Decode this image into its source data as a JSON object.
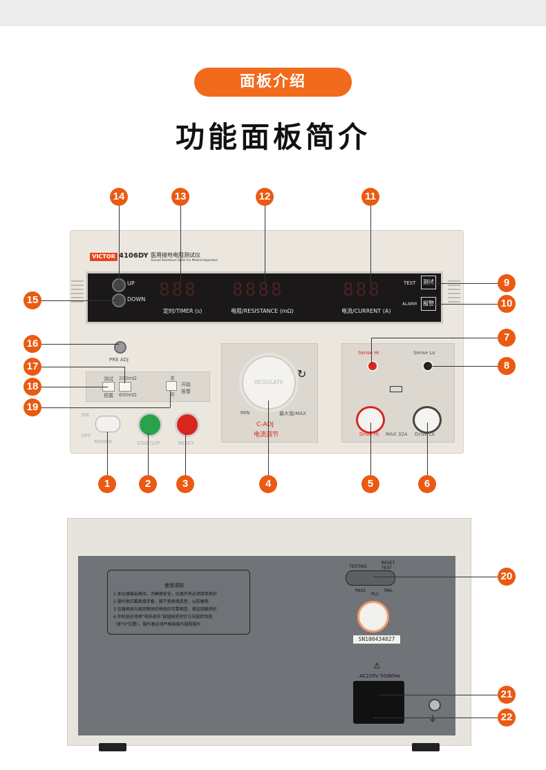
{
  "header": {
    "pill_label": "面板介绍",
    "title": "功能面板简介"
  },
  "device_front": {
    "brand": "VICTOR",
    "model": "4106DY",
    "name_cn": "医用接地电阻测试仪",
    "name_en": "Ground Resistance Tester For Medical Apparatus",
    "up_label": "UP",
    "down_label": "DOWN",
    "timer_digits": "888",
    "timer_label": "定时/TIMER (s)",
    "resistance_digits": "8888",
    "resistance_label": "电阻/RESISTANCE (mΩ)",
    "current_digits": "888",
    "current_label": "电流/CURRENT (A)",
    "test_label": "TEST",
    "test_btn": "测试",
    "alarm_label": "ALARM",
    "alarm_btn": "报警",
    "pre_adj": "PRE ADJ",
    "mode_test": "测试",
    "mode_range1": "200mΩ",
    "mode_preset": "预置",
    "mode_range2": "600mΩ",
    "off_label": "关",
    "alarm_switch_label": "开",
    "alarm_switch_text": "开路\n报警",
    "on_label": "ON",
    "off_power": "OFF",
    "power_label": "POWER",
    "start_label": "START/UP",
    "reset_label": "RESET",
    "knob_label": "REGULATE",
    "min_label": "MIN",
    "max_label": "最大值/MAX",
    "cadj_label": "C-ADJ",
    "cadj_cn": "电流调节",
    "sense_hi": "Sense Hi",
    "sense_lo": "Sense Lo",
    "drive_hi": "Drive Hi",
    "max_current": "MAX 32A",
    "drive_lo": "Drive Lo"
  },
  "callouts": [
    "1",
    "2",
    "3",
    "4",
    "5",
    "6",
    "7",
    "8",
    "9",
    "10",
    "11",
    "12",
    "13",
    "14",
    "15",
    "16",
    "17",
    "18",
    "19",
    "20",
    "21",
    "22"
  ],
  "device_rear": {
    "notice_title": "使用须知",
    "notice_lines": [
      "1 本仪器输出高压，为确保安全，仪器外壳必须接地良好",
      "2 操作者应戴绝缘手套，脚下垫绝缘皮垫，以防触电",
      "3 仪器地线与被测物体的地线应可靠相连，保证接触良好",
      "4 开机前必须将\"电压调节\"旋钮按逆时针方向旋转到底",
      "（即\"0\"位置），操作者必须严格按操作规程操作"
    ],
    "testing": "TESTING",
    "reset_test": "RESET\nTEST",
    "pass": "PASS",
    "fail": "FAIL",
    "plc": "PLC",
    "serial": "SN100434027",
    "power_spec": "AC220V 50/60Hz"
  },
  "colors": {
    "accent": "#ea5a12",
    "pill": "#f26a1b",
    "start": "#2aa24a",
    "reset": "#d8261e"
  }
}
